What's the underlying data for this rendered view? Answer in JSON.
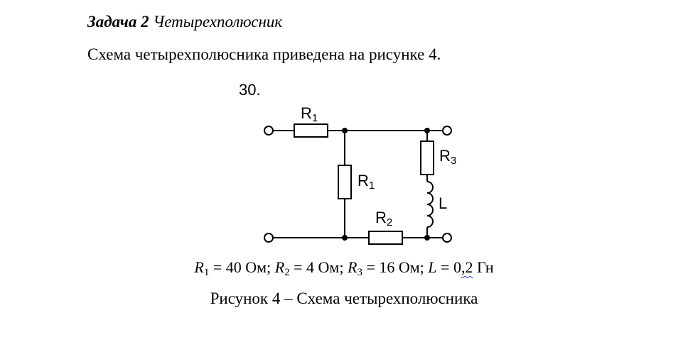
{
  "heading": {
    "task_bold": "Задача 2",
    "task_italic": "Четырехполюсник"
  },
  "intro_text": "Схема четырехполюсника приведена на рисунке 4.",
  "figure": {
    "number": "30.",
    "labels": {
      "r1_top": "R",
      "r1_top_sub": "1",
      "r1_mid": "R",
      "r1_mid_sub": "1",
      "r2": "R",
      "r2_sub": "2",
      "r3": "R",
      "r3_sub": "3",
      "l": "L"
    }
  },
  "params": {
    "r1_sym": "R",
    "r1_sub": "1",
    "r1_val": " = 40 Ом; ",
    "r2_sym": "R",
    "r2_sub": "2",
    "r2_val": " = 4 Ом; ",
    "r3_sym": "R",
    "r3_sub": "3",
    "r3_val": " = 16 Ом; ",
    "l_sym": "L",
    "l_val_a": " = 0",
    "l_val_b": ",2",
    "l_val_c": " Гн"
  },
  "caption": "Рисунок 4 – Схема четырехполюсника"
}
